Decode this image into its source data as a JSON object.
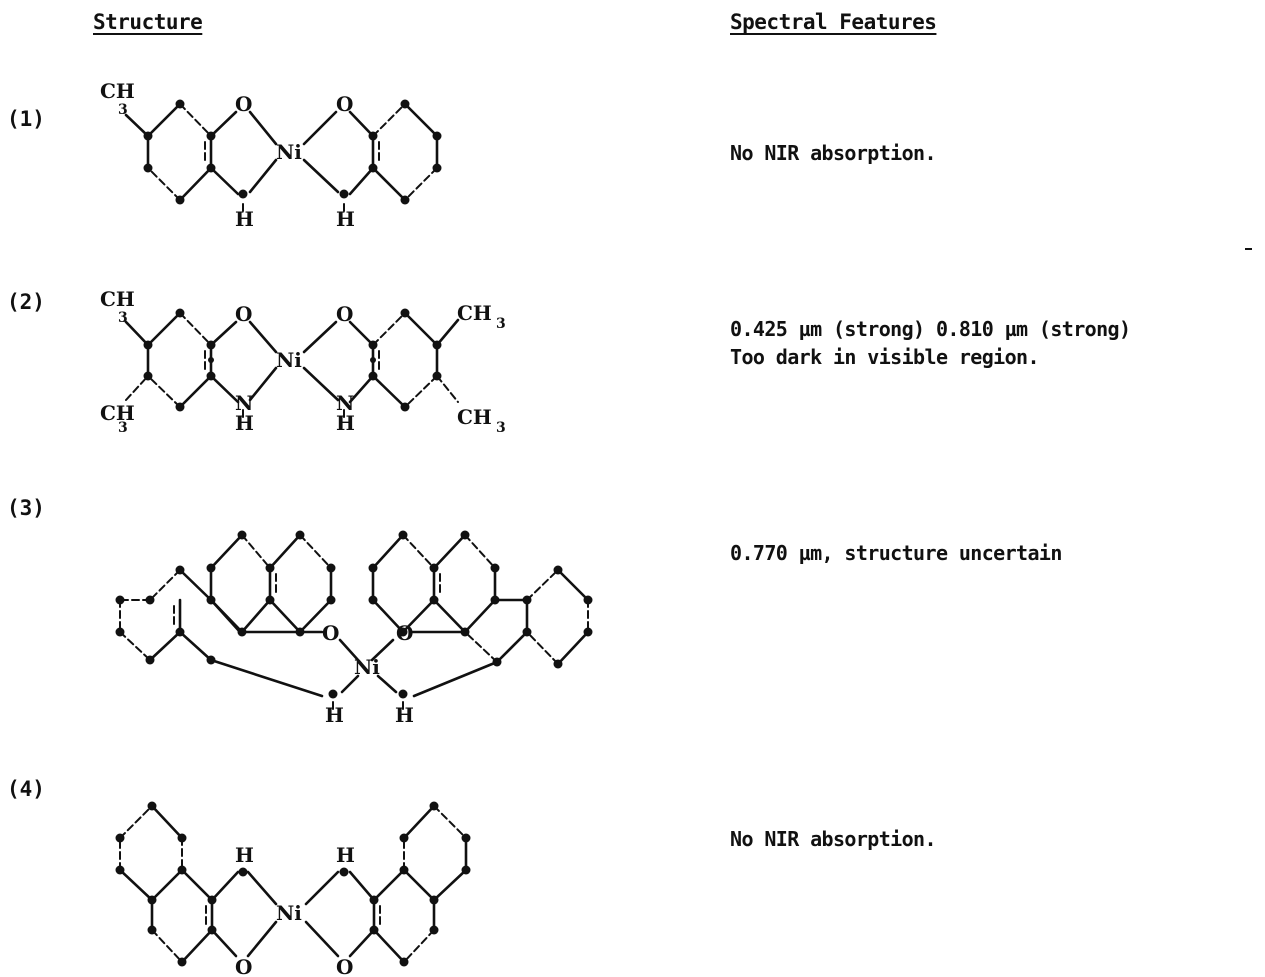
{
  "headers": {
    "structure": "Structure",
    "spectral": "Spectral Features"
  },
  "rows": [
    {
      "number": "(1)",
      "lines": [
        "No NIR absorption."
      ]
    },
    {
      "number": "(2)",
      "lines": [
        "0.425 µm (strong) 0.810 µm (strong)",
        "Too dark in visible region."
      ]
    },
    {
      "number": "(3)",
      "lines": [
        "0.770 µm, structure uncertain"
      ]
    },
    {
      "number": "(4)",
      "lines": [
        "No NIR absorption."
      ]
    }
  ],
  "atom_labels": {
    "oxygen": "O",
    "nickel": "Ni",
    "nitrogen": "N",
    "hydrogen": "H",
    "methyl": "CH",
    "methyl_sub": "3"
  }
}
